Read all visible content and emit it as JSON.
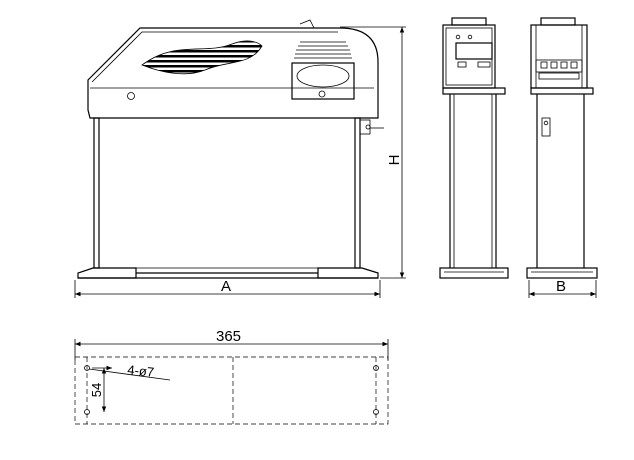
{
  "dimensions": {
    "width_label": "A",
    "height_label": "H",
    "depth_label": "B",
    "mount_length": "365",
    "mount_depth": "54",
    "holes": "4-ø7"
  }
}
